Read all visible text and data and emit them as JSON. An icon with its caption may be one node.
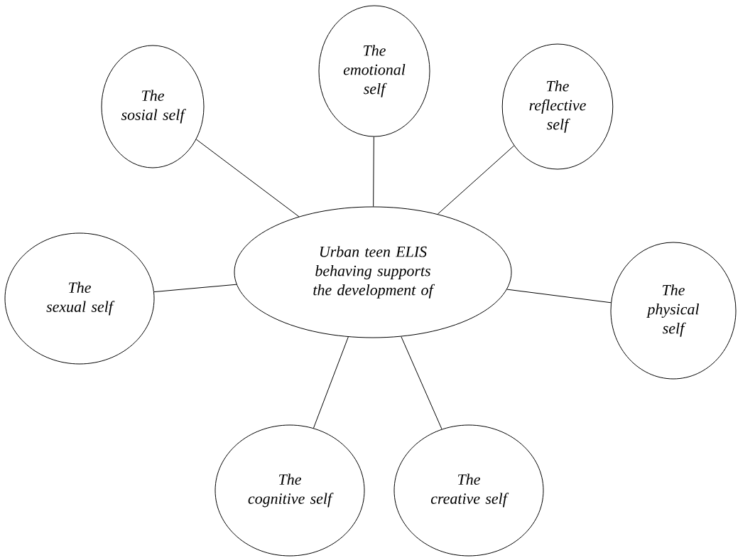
{
  "diagram": {
    "nodes": [
      {
        "text": [
          "Urban teen ELIS behaving supports the development of"
        ]
      },
      {
        "text": [
          "The sosial self"
        ]
      },
      {
        "text": [
          "The emotional self"
        ]
      },
      {
        "text": [
          "The reflective self"
        ]
      },
      {
        "text": [
          "The sexual self"
        ]
      },
      {
        "text": [
          "The physical self"
        ]
      },
      {
        "text": [
          "The cognitive self"
        ]
      },
      {
        "text": [
          "The creative self"
        ]
      }
    ],
    "edges": [
      {
        "from": 0,
        "to": 1,
        "arrow": "none"
      },
      {
        "from": 0,
        "to": 2,
        "arrow": "none"
      },
      {
        "from": 0,
        "to": 3,
        "arrow": "none"
      },
      {
        "from": 0,
        "to": 4,
        "arrow": "none"
      },
      {
        "from": 0,
        "to": 5,
        "arrow": "none"
      },
      {
        "from": 0,
        "to": 6,
        "arrow": "none"
      },
      {
        "from": 0,
        "to": 7,
        "arrow": "none"
      }
    ]
  }
}
